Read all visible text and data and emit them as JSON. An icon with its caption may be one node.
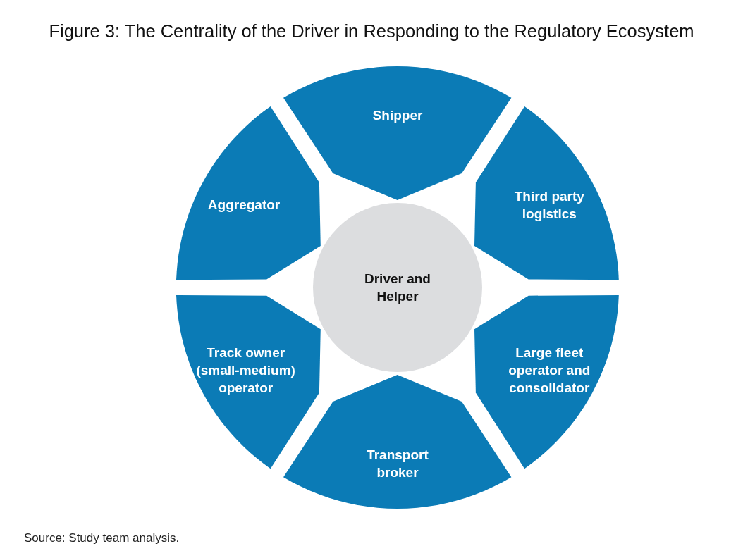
{
  "diagram": {
    "title": "Figure 3: The Centrality of the Driver in Responding to the Regulatory Ecosystem",
    "caption": "Source: Study team analysis.",
    "nodes": [
      {
        "text": [
          "Driver and Helper"
        ]
      },
      {
        "text": [
          "Shipper"
        ]
      },
      {
        "text": [
          "Third party logistics"
        ]
      },
      {
        "text": [
          "Large fleet operator and consolidator"
        ]
      },
      {
        "text": [
          "Transport broker"
        ]
      },
      {
        "text": [
          "Track owner (small-medium) operator"
        ]
      },
      {
        "text": [
          "Aggregator"
        ]
      }
    ]
  }
}
